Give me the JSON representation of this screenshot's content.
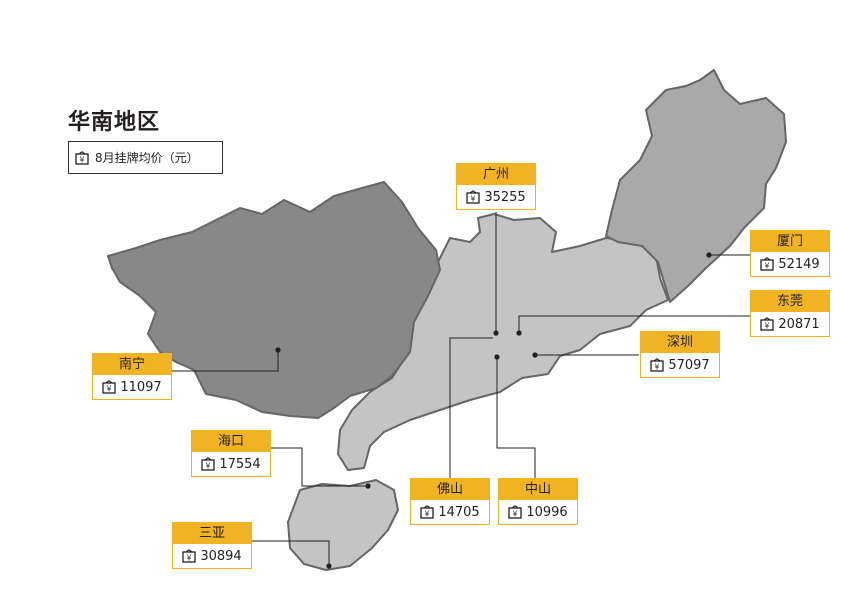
{
  "title": "华南地区",
  "legend": {
    "icon": "price-tag-icon",
    "text": "8月挂牌均价（元）"
  },
  "colors": {
    "guangxi": "#888888",
    "guangdong": "#c4c4c4",
    "fujian": "#a9a9a9",
    "hainan": "#c4c4c4",
    "outline": "#666666",
    "tag_accent": "#f0b323",
    "leader_line": "#231f20"
  },
  "cities": [
    {
      "key": "guangzhou",
      "name": "广州",
      "price": "35255"
    },
    {
      "key": "xiamen",
      "name": "厦门",
      "price": "52149"
    },
    {
      "key": "dongguan",
      "name": "东莞",
      "price": "20871"
    },
    {
      "key": "shenzhen",
      "name": "深圳",
      "price": "57097"
    },
    {
      "key": "nanning",
      "name": "南宁",
      "price": "11097"
    },
    {
      "key": "haikou",
      "name": "海口",
      "price": "17554"
    },
    {
      "key": "foshan",
      "name": "佛山",
      "price": "14705"
    },
    {
      "key": "zhongshan",
      "name": "中山",
      "price": "10996"
    },
    {
      "key": "sanya",
      "name": "三亚",
      "price": "30894"
    }
  ]
}
